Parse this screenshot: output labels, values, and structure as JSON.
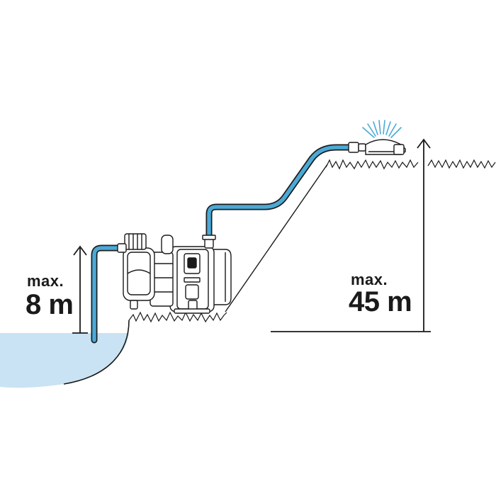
{
  "suction_height": {
    "prefix": "max.",
    "value": "8 m"
  },
  "delivery_height": {
    "prefix": "max.",
    "value": "45 m"
  },
  "colors": {
    "water": "#c9e3f4",
    "hose": "#4ba9d6",
    "hose_outline": "#1d1d1d",
    "line": "#1a1a1a"
  }
}
